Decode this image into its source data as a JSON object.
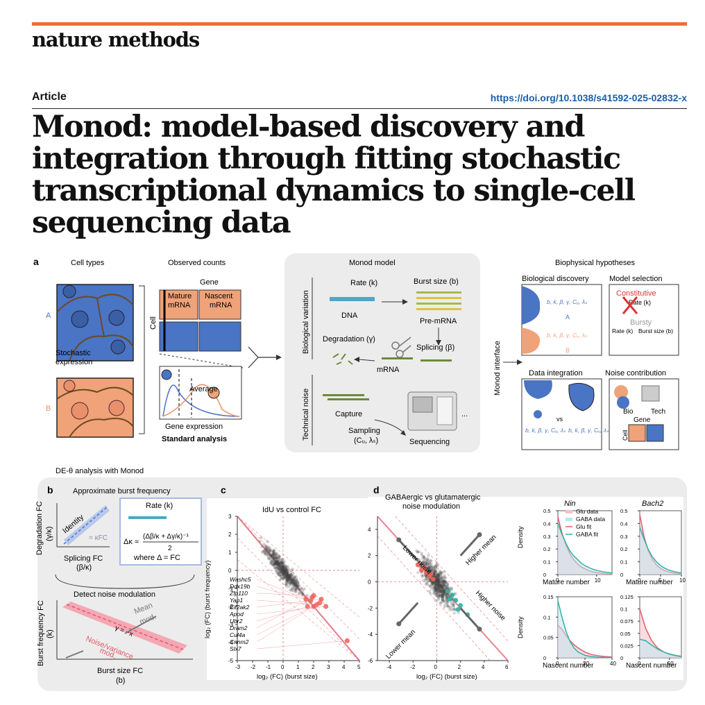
{
  "header": {
    "journal": "nature methods",
    "section": "Article",
    "doi": "https://doi.org/10.1038/s41592-025-02832-x",
    "title": "Monod: model-based discovery and integration through fitting stochastic transcriptional dynamics to single-cell sequencing data"
  },
  "panel_a": {
    "letter": "a",
    "cell_types": "Cell types",
    "type_a": "A",
    "type_b": "B",
    "stochastic": "Stochastic",
    "expression": "expression",
    "observed_counts": "Observed counts",
    "gene": "Gene",
    "cell": "Cell",
    "mature": "Mature",
    "nascent": "Nascent",
    "mrna": "mRNA",
    "average": "Average",
    "gene_expression": "Gene expression",
    "standard_analysis": "Standard analysis",
    "monod_model": "Monod model",
    "biological_variation": "Biological variation",
    "technical_noise": "Technical noise",
    "rate_k": "Rate (k)",
    "burst_size_b": "Burst size (b)",
    "dna": "DNA",
    "pre_mrna": "Pre-mRNA",
    "degradation": "Degradation (γ)",
    "splicing": "Splicing (β)",
    "mrna_label": "mRNA",
    "capture": "Capture",
    "sampling": "Sampling",
    "sampling_params": "(Cᵤ, λₛ)",
    "sequencing": "Sequencing",
    "ellipsis": "...",
    "monod_interface": "Monod interface",
    "biophysical_hypotheses": "Biophysical hypotheses",
    "biological_discovery": "Biological discovery",
    "model_selection": "Model selection",
    "params": "b, k, β, γ, Cᵤ, λₛ",
    "constitutive": "Constitutive",
    "rate_k_short": "Rate (k)",
    "bursty": "Bursty",
    "burst_size_short": "Burst size (b)",
    "data_integration": "Data integration",
    "noise_contribution": "Noise contribution",
    "vs": "vs",
    "bio": "Bio",
    "tech": "Tech",
    "de_theta": "DE-θ analysis with Monod"
  },
  "panel_b": {
    "letter": "b",
    "title": "Approximate burst frequency",
    "ylabel1": "Degradation FC",
    "ylabel1b": "(γ/κ)",
    "identity": "Identity",
    "kfc": "= κFC",
    "xlabel1": "Splicing FC",
    "xlabel1b": "(β/κ)",
    "rate_k": "Rate (k)",
    "formula_lhs": "Δκ ≈",
    "formula_num": "(Δβ/κ + Δγ/κ)⁻¹",
    "formula_den": "2",
    "formula_where": "where Δ = FC",
    "detect": "Detect noise modulation",
    "ylabel2": "Burst frequency FC",
    "ylabel2b": "(k)",
    "gamma_eq": "γ = −x",
    "mean_mod": "Mean",
    "mean_mod2": "mod.",
    "noise_mod": "Noise/variance",
    "noise_mod2": "mod.",
    "xlabel2": "Burst size FC",
    "xlabel2b": "(b)"
  },
  "panel_c": {
    "letter": "c",
    "title": "IdU vs control FC",
    "ylabel": "log₂ (FC) (burst frequency)",
    "xlabel": "log₂ (FC) (burst size)",
    "genes": [
      "Washc5",
      "Ddx19b",
      "Zfp110",
      "Yap1",
      "Eif2ak2",
      "Apod",
      "Ubr2",
      "Dram2",
      "Cul4a",
      "Cnnm2",
      "Slx7"
    ]
  },
  "panel_d": {
    "letter": "d",
    "title1": "GABAergic vs glutamatergic",
    "title2": "noise modulation",
    "lower_noise": "Lower noise",
    "higher_mean": "Higher mean",
    "higher_noise": "Higher noise",
    "lower_mean": "Lower mean",
    "xlabel": "log₂ (FC) (burst size)",
    "density": "Density",
    "nin": "Nin",
    "bach2": "Bach2",
    "mature_number": "Mature number",
    "nascent_number": "Nascent number",
    "legend": [
      "Glu data",
      "GABA data",
      "Glu fit",
      "GABA fit"
    ]
  },
  "colors": {
    "accent": "#e8703a",
    "doi": "#1a5fa8",
    "cell_blue": "#4a74c4",
    "cell_orange": "#f0a278",
    "fit_pink": "#e05a6a",
    "fit_teal": "#2bb3a3"
  },
  "chart_data": [
    {
      "type": "scatter",
      "title": "IdU vs control FC",
      "xlabel": "log₂ (FC) (burst size)",
      "ylabel": "log₂ (FC) (burst frequency)",
      "xlim": [
        -3,
        5
      ],
      "ylim": [
        -5,
        3
      ],
      "xticks": [
        -3,
        -2,
        -1,
        0,
        1,
        2,
        3,
        4,
        5
      ],
      "yticks": [
        3,
        2,
        1,
        0,
        -1,
        -2,
        -3,
        -4,
        -5
      ],
      "highlighted": [
        [
          1.5,
          -1.6
        ],
        [
          1.8,
          -1.7
        ],
        [
          2.0,
          -1.4
        ],
        [
          2.2,
          -1.9
        ],
        [
          2.5,
          -1.6
        ],
        [
          2.8,
          -2.0
        ],
        [
          1.6,
          -2.0
        ],
        [
          1.9,
          -1.5
        ],
        [
          2.4,
          -1.8
        ],
        [
          2.0,
          -2.0
        ],
        [
          4.2,
          -3.9
        ]
      ]
    },
    {
      "type": "scatter",
      "title": "GABAergic vs glutamatergic noise modulation",
      "xlabel": "log₂ (FC) (burst size)",
      "xlim": [
        -5,
        6
      ],
      "ylim": [
        -6,
        5
      ],
      "xticks": [
        -4,
        -2,
        0,
        2,
        4,
        6
      ],
      "yticks": [
        4,
        2,
        0,
        -2,
        -4,
        -6
      ],
      "red_points": [
        [
          -1.6,
          1.3
        ],
        [
          -1.3,
          0.9
        ],
        [
          -0.9,
          0.7
        ],
        [
          -0.6,
          0.4
        ],
        [
          -0.3,
          0.2
        ],
        [
          -1.1,
          1.1
        ],
        [
          -0.5,
          0.6
        ]
      ],
      "teal_points": [
        [
          0.9,
          -0.7
        ],
        [
          1.3,
          -1.0
        ],
        [
          1.6,
          -1.4
        ],
        [
          2.0,
          -1.8
        ],
        [
          2.6,
          -2.5
        ],
        [
          1.1,
          -1.3
        ],
        [
          1.8,
          -2.1
        ]
      ]
    },
    {
      "type": "area",
      "title": "Nin",
      "xlabel": "Mature number",
      "xticks": [
        0,
        10
      ],
      "yticks": [
        0.5,
        0.4,
        0.3,
        0.2,
        0.1,
        0
      ],
      "ylim": [
        0,
        0.5
      ],
      "series": [
        {
          "name": "Glu fit",
          "x": [
            0,
            1,
            2,
            3,
            4,
            5,
            6,
            7,
            8,
            9,
            10,
            12,
            14
          ],
          "values": [
            0.45,
            0.33,
            0.24,
            0.17,
            0.12,
            0.085,
            0.06,
            0.045,
            0.03,
            0.022,
            0.015,
            0.008,
            0.004
          ]
        },
        {
          "name": "GABA fit",
          "x": [
            0,
            1,
            2,
            3,
            4,
            5,
            6,
            7,
            8,
            9,
            10,
            12,
            14
          ],
          "values": [
            0.4,
            0.32,
            0.25,
            0.19,
            0.15,
            0.12,
            0.09,
            0.07,
            0.055,
            0.042,
            0.033,
            0.02,
            0.012
          ]
        }
      ]
    },
    {
      "type": "area",
      "title": "Bach2",
      "xlabel": "Mature number",
      "xticks": [
        0,
        5,
        10
      ],
      "yticks": [
        0.5,
        0.4,
        0.3,
        0.2,
        0.1,
        0
      ],
      "ylim": [
        0,
        0.5
      ],
      "series": [
        {
          "name": "Glu fit",
          "x": [
            0,
            1,
            2,
            3,
            4,
            5,
            6,
            7,
            8,
            9,
            10
          ],
          "values": [
            0.47,
            0.3,
            0.19,
            0.12,
            0.075,
            0.048,
            0.03,
            0.02,
            0.012,
            0.008,
            0.005
          ]
        },
        {
          "name": "GABA fit",
          "x": [
            0,
            1,
            2,
            3,
            4,
            5,
            6,
            7,
            8,
            9,
            10
          ],
          "values": [
            0.37,
            0.28,
            0.2,
            0.14,
            0.1,
            0.07,
            0.05,
            0.035,
            0.025,
            0.018,
            0.012
          ]
        }
      ]
    },
    {
      "type": "area",
      "title": "Nin",
      "xlabel": "Nascent number",
      "xticks": [
        0,
        20,
        40
      ],
      "yticks": [
        0.15,
        0.1,
        0.05,
        0
      ],
      "ylim": [
        0,
        0.15
      ],
      "series": [
        {
          "name": "Glu fit",
          "x": [
            0,
            3,
            6,
            9,
            12,
            15,
            20,
            25,
            30,
            35,
            40
          ],
          "values": [
            0.08,
            0.07,
            0.055,
            0.042,
            0.032,
            0.024,
            0.014,
            0.008,
            0.005,
            0.003,
            0.002
          ]
        },
        {
          "name": "GABA fit",
          "x": [
            0,
            3,
            6,
            9,
            12,
            15,
            20,
            25,
            30,
            35,
            40
          ],
          "values": [
            0.14,
            0.1,
            0.065,
            0.04,
            0.024,
            0.014,
            0.006,
            0.003,
            0.0015,
            0.0008,
            0.0004
          ]
        }
      ]
    },
    {
      "type": "area",
      "title": "Bach2",
      "xlabel": "Nascent number",
      "xticks": [
        0,
        50
      ],
      "yticks": [
        0.125,
        0.1,
        0.075,
        0.05,
        0.025,
        0
      ],
      "ylim": [
        0,
        0.125
      ],
      "series": [
        {
          "name": "Glu fit",
          "x": [
            0,
            10,
            20,
            30,
            40,
            50,
            60,
            70
          ],
          "values": [
            0.1,
            0.06,
            0.035,
            0.02,
            0.012,
            0.007,
            0.004,
            0.002
          ]
        },
        {
          "name": "GABA fit",
          "x": [
            0,
            10,
            20,
            30,
            40,
            50,
            60,
            70
          ],
          "values": [
            0.038,
            0.035,
            0.026,
            0.018,
            0.012,
            0.008,
            0.005,
            0.003
          ]
        }
      ]
    }
  ]
}
